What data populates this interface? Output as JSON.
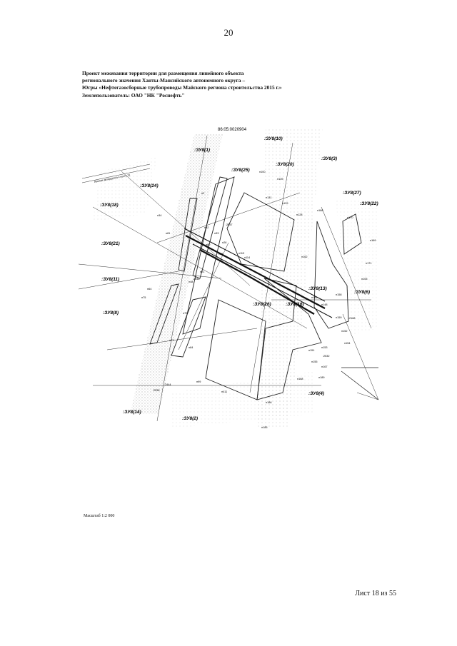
{
  "page": {
    "number": "20"
  },
  "header": {
    "lines": [
      "Проект межевания территории для размещения линейного объекта",
      "регионального значения Ханты-Мансийского автономного округа –",
      "Югры «Нефтегазосборные трубопроводы Майского региона строительства 2015 г.»",
      "Землепользователь:  ОАО \"НК \"Роснефть\""
    ]
  },
  "map": {
    "cadastral_block": "86:05:0020904",
    "road_caption": "Лесная автодорога к кусту 11",
    "zones": [
      ":ЗУ8(1)",
      ":ЗУ8(10)",
      ":ЗУ8(20)",
      ":ЗУ8(3)",
      ":ЗУ8(25)",
      ":ЗУ8(24)",
      ":ЗУ8(27)",
      ":ЗУ8(22)",
      ":ЗУ8(18)",
      ":ЗУ8(21)",
      ":ЗУ8(6)",
      ":ЗУ8(11)",
      ":ЗУ8(13)",
      ":ЗУ8(8)",
      ":ЗУ8(26)",
      ":ЗУ8(16)",
      ":ЗУ8(14)",
      ":ЗУ8(2)",
      ":ЗУ8(4)"
    ],
    "point_labels": [
      "н100",
      "н139",
      "н131",
      "н129",
      "н128",
      "н188",
      "н170",
      "н169",
      "н171",
      "н105",
      "н159",
      "н2",
      "н21",
      "н48",
      "н77",
      "н113",
      "н114",
      "н26",
      "н80",
      "н32",
      "н33",
      "н36",
      "н162",
      "н141",
      "н148",
      "н158",
      "н152",
      "н153",
      "н151",
      "н154",
      "н155",
      "н167",
      "н168",
      "н189",
      "н185",
      "н186",
      "н411",
      "н99",
      "н81",
      "н64",
      "н72",
      "н84",
      "н34",
      "н75"
    ],
    "numbers": [
      ":2557",
      ":2546",
      ":2532",
      ":2536",
      ":2444",
      ":2168"
    ]
  },
  "scale": "Масштаб 1:2 000",
  "footer": {
    "sheet": "Лист 18  из 55"
  }
}
